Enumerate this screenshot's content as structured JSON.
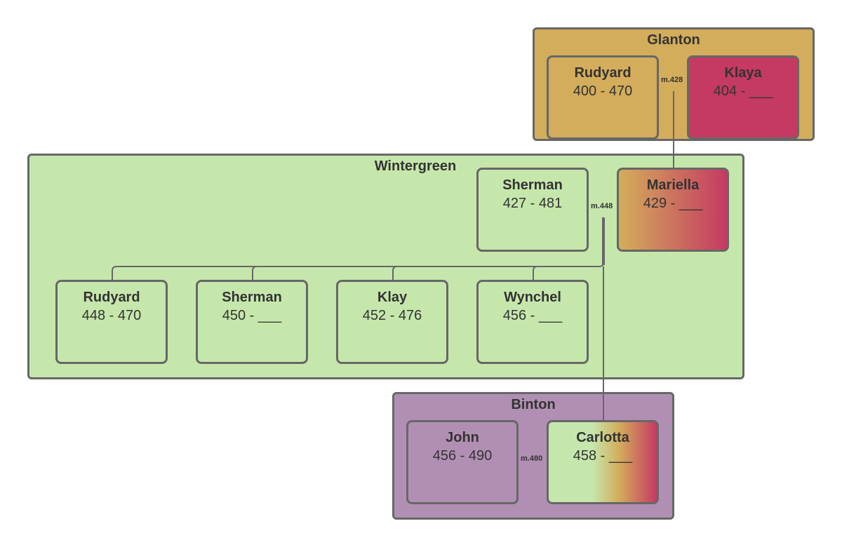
{
  "families": {
    "glanton": {
      "title": "Glanton",
      "color": "#d3ad5b",
      "members": [
        {
          "name": "Rudyard",
          "dates": "400 - 470",
          "fill": "#d3ad5b"
        },
        {
          "name": "Klaya",
          "dates": "404 - ___",
          "fill": "#c53a62"
        }
      ],
      "marriage": "m.428"
    },
    "wintergreen": {
      "title": "Wintergreen",
      "color": "#c6e7ac",
      "parents": [
        {
          "name": "Sherman",
          "dates": "427 - 481",
          "fill": "#c6e7ac"
        },
        {
          "name": "Mariella",
          "dates": "429 - ___",
          "fill_gradient": [
            "#d3ad5b",
            "#c53a62"
          ]
        }
      ],
      "marriage": "m.448",
      "children": [
        {
          "name": "Rudyard",
          "dates": "448 - 470"
        },
        {
          "name": "Sherman",
          "dates": "450 - ___"
        },
        {
          "name": "Klay",
          "dates": "452 - 476"
        },
        {
          "name": "Wynchel",
          "dates": "456 - ___"
        }
      ]
    },
    "binton": {
      "title": "Binton",
      "color": "#b18fb4",
      "members": [
        {
          "name": "John",
          "dates": "456 - 490",
          "fill": "#b18fb4"
        },
        {
          "name": "Carlotta",
          "dates": "458 - ___",
          "fill_gradient": [
            "#c6e7ac",
            "#d3ad5b",
            "#c53a62"
          ]
        }
      ],
      "marriage": "m.480"
    }
  }
}
